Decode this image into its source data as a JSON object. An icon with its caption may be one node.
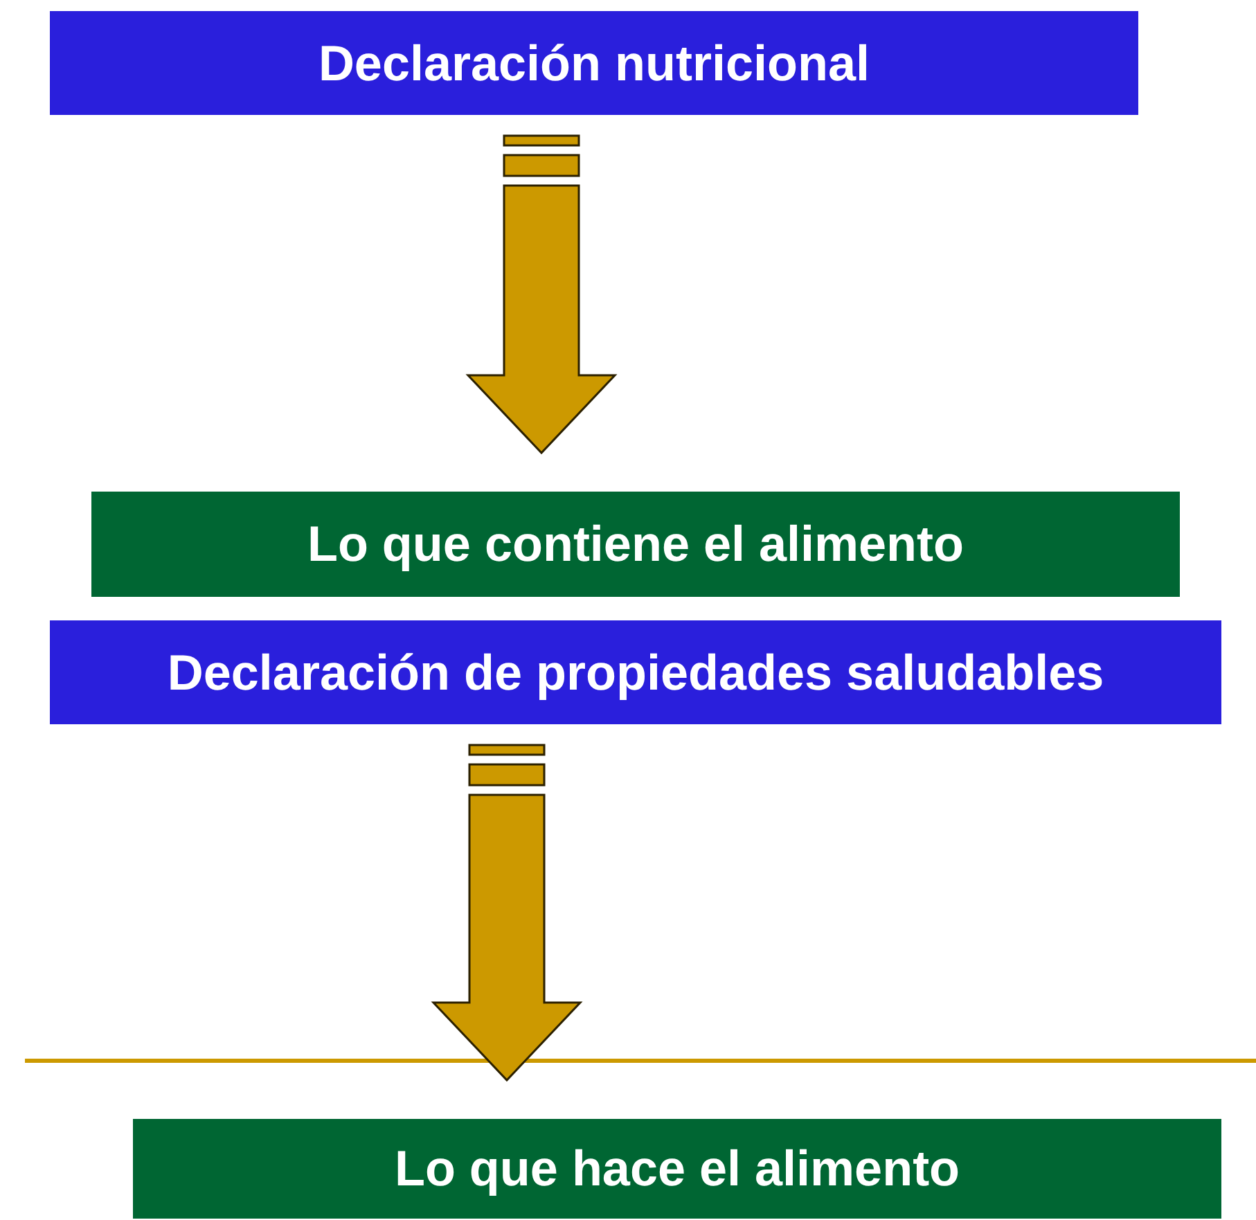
{
  "diagram": {
    "nodes": [
      {
        "text": [
          "Declaración nutricional"
        ]
      },
      {
        "text": [
          "Lo que contiene el alimento"
        ]
      },
      {
        "text": [
          "Declaración de propiedades saludables"
        ]
      },
      {
        "text": [
          "Lo que hace el alimento"
        ]
      }
    ],
    "edges": [
      {
        "from": 0,
        "to": 1,
        "arrow": "to"
      },
      {
        "from": 2,
        "to": 3,
        "arrow": "to"
      }
    ]
  }
}
